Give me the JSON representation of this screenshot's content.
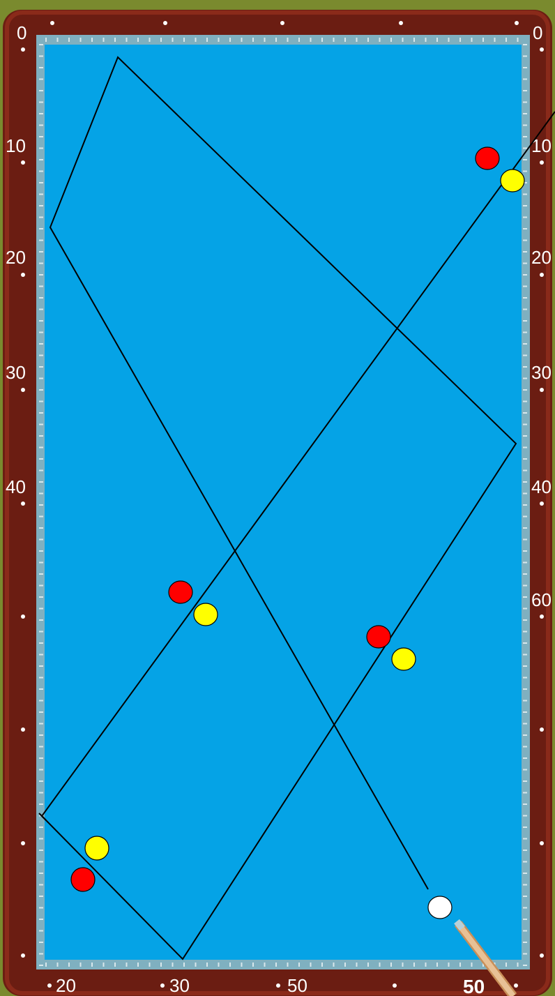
{
  "colors": {
    "background": "#7a8a2e",
    "rail": "#6b1d12",
    "rail_highlight": "#8a2a1a",
    "cushion": "#7fb0c0",
    "cloth": "#05a3e6",
    "path_line": "#000000",
    "red_ball": "#ff0000",
    "yellow_ball": "#ffff00",
    "white_ball": "#ffffff",
    "cue": "#e0b585"
  },
  "rail_labels": {
    "left": [
      "0",
      "10",
      "20",
      "30",
      "40"
    ],
    "right": [
      "0",
      "10",
      "20",
      "30",
      "40",
      "60"
    ],
    "bottom": [
      "20",
      "30",
      "50"
    ]
  },
  "cue_label": "50",
  "balls": [
    {
      "name": "red-ball-top-right",
      "color": "red"
    },
    {
      "name": "yellow-ball-top-right",
      "color": "yellow"
    },
    {
      "name": "red-ball-mid-left",
      "color": "red"
    },
    {
      "name": "yellow-ball-mid-left",
      "color": "yellow"
    },
    {
      "name": "red-ball-mid-right",
      "color": "red"
    },
    {
      "name": "yellow-ball-mid-right",
      "color": "yellow"
    },
    {
      "name": "yellow-ball-bottom-left",
      "color": "yellow"
    },
    {
      "name": "red-ball-bottom-left",
      "color": "red"
    },
    {
      "name": "cue-ball",
      "color": "white"
    }
  ],
  "icons": {
    "cue_stick": "cue-stick-icon",
    "diamond_marker": "diamond-marker-icon"
  }
}
